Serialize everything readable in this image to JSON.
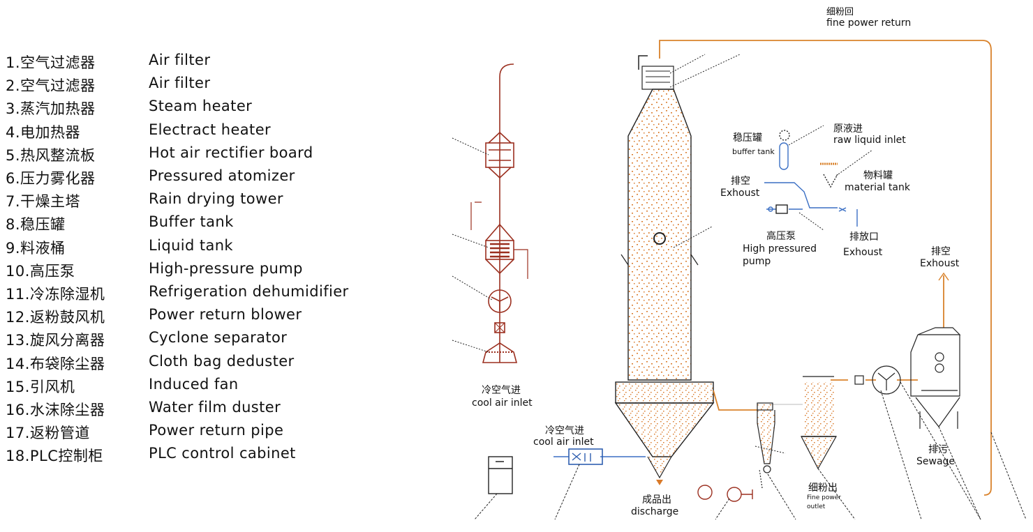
{
  "legend": [
    {
      "zh": "1.空气过滤器",
      "en": "Air filter"
    },
    {
      "zh": "2.空气过滤器",
      "en": "Air filter"
    },
    {
      "zh": "3.蒸汽加热器",
      "en": "Steam heater"
    },
    {
      "zh": "4.电加热器",
      "en": "Electract heater"
    },
    {
      "zh": "5.热风整流板",
      "en": "Hot air rectifier board"
    },
    {
      "zh": "6.压力雾化器",
      "en": "Pressured atomizer"
    },
    {
      "zh": "7.干燥主塔",
      "en": "Rain drying tower"
    },
    {
      "zh": "8.稳压罐",
      "en": "Buffer tank"
    },
    {
      "zh": "9.料液桶",
      "en": "Liquid tank"
    },
    {
      "zh": "10.高压泵",
      "en": "High-pressure pump"
    },
    {
      "zh": "11.冷冻除湿机",
      "en": "Refrigeration dehumidifier"
    },
    {
      "zh": "12.返粉鼓风机",
      "en": "Power return blower"
    },
    {
      "zh": "13.旋风分离器",
      "en": "Cyclone separator"
    },
    {
      "zh": "14.布袋除尘器",
      "en": "Cloth bag deduster"
    },
    {
      "zh": "15.引风机",
      "en": "Induced fan"
    },
    {
      "zh": "16.水沫除尘器",
      "en": "Water  film duster"
    },
    {
      "zh": "17.返粉管道",
      "en": "Power return pipe"
    },
    {
      "zh": "18.PLC控制柜",
      "en": "PLC control cabinet"
    }
  ],
  "labels": {
    "fine_return_zh": "细粉回",
    "fine_return_en": "fine power return",
    "buffer_tank_zh": "稳压罐",
    "buffer_tank_en": "buffer tank",
    "raw_inlet_zh": "原液进",
    "raw_inlet_en": "raw liquid inlet",
    "material_tank_zh": "物料罐",
    "material_tank_en": "material tank",
    "exhaust1_zh": "排空",
    "exhaust1_en": "Exhoust",
    "pump_zh": "高压泵",
    "pump_en1": "High pressured",
    "pump_en2": "pump",
    "drain_zh": "排放口",
    "drain_en": "Exhoust",
    "exhaust2_zh": "排空",
    "exhaust2_en": "Exhoust",
    "cool_air1_zh": "冷空气进",
    "cool_air1_en": "cool air inlet",
    "cool_air2_zh": "冷空气进",
    "cool_air2_en": "cool air inlet",
    "discharge_zh": "成品出",
    "discharge_en": "discharge",
    "fine_outlet_zh": "细粉出",
    "fine_outlet_en1": "Fine power",
    "fine_outlet_en2": "outlet",
    "sewage_zh": "排污",
    "sewage_en": "Sewage"
  },
  "colors": {
    "pipe_orange": "#d9822b",
    "equipment_red": "#9b2f1f",
    "blue_line": "#3a6fc4",
    "powder": "#d97a2a",
    "outline": "#222222"
  }
}
